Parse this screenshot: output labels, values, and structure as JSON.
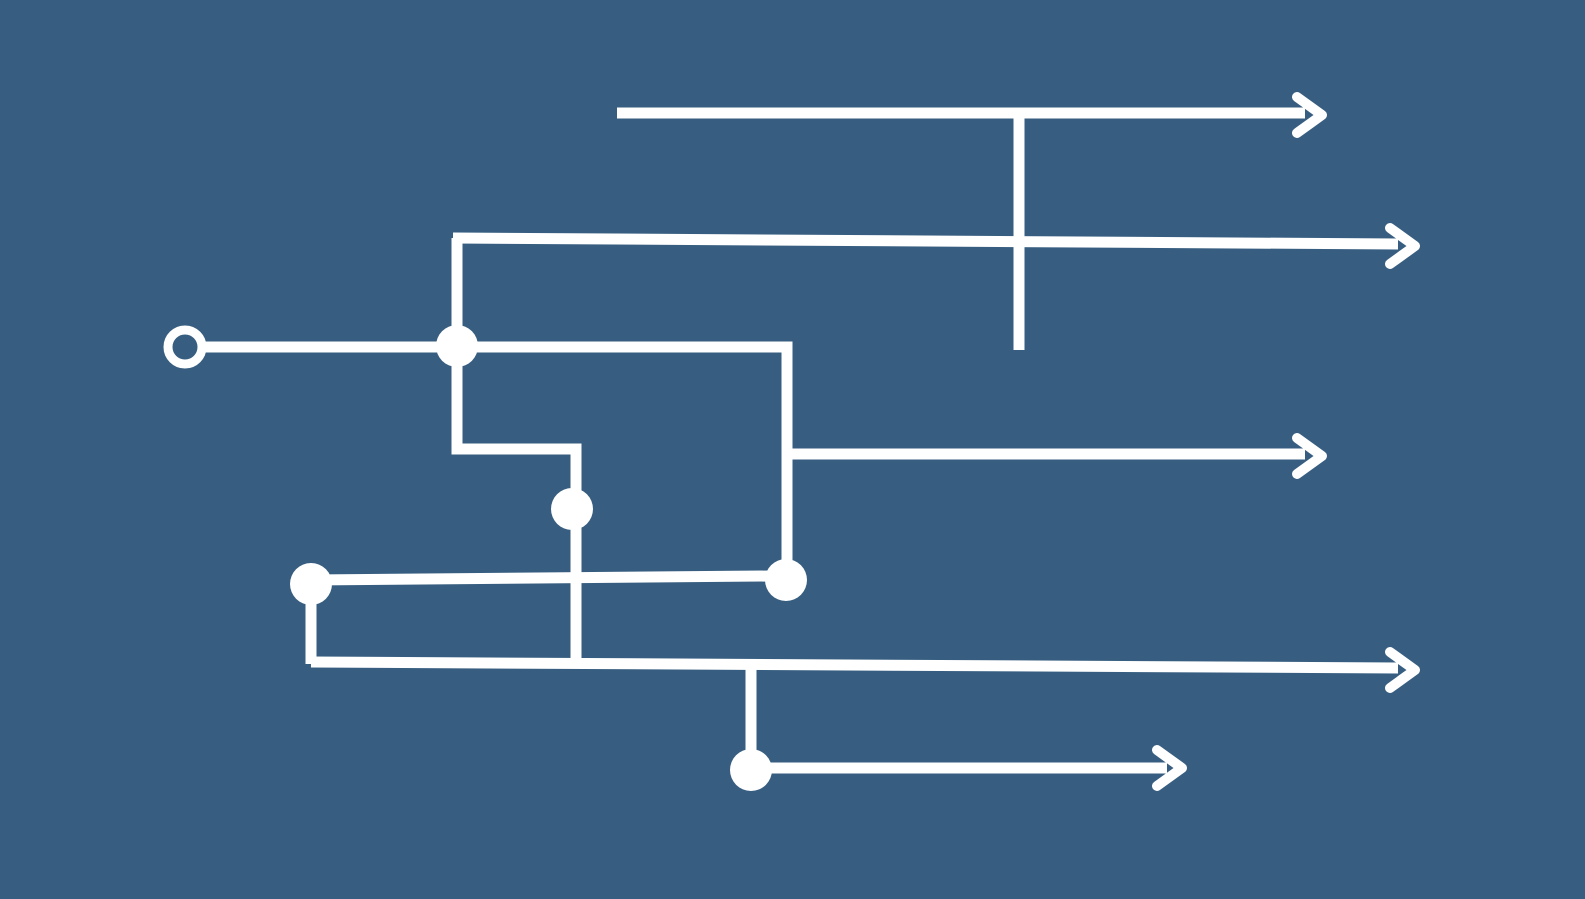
{
  "diagram": {
    "background_color": "#375e80",
    "line_color": "#ffffff",
    "elements": {
      "start_node": "hollow-circle",
      "junction_nodes": [
        "filled-circle",
        "filled-circle",
        "filled-circle",
        "filled-circle",
        "filled-circle"
      ],
      "arrow_heads": [
        "chevron-right",
        "chevron-right",
        "chevron-right",
        "chevron-right",
        "chevron-right"
      ]
    }
  }
}
